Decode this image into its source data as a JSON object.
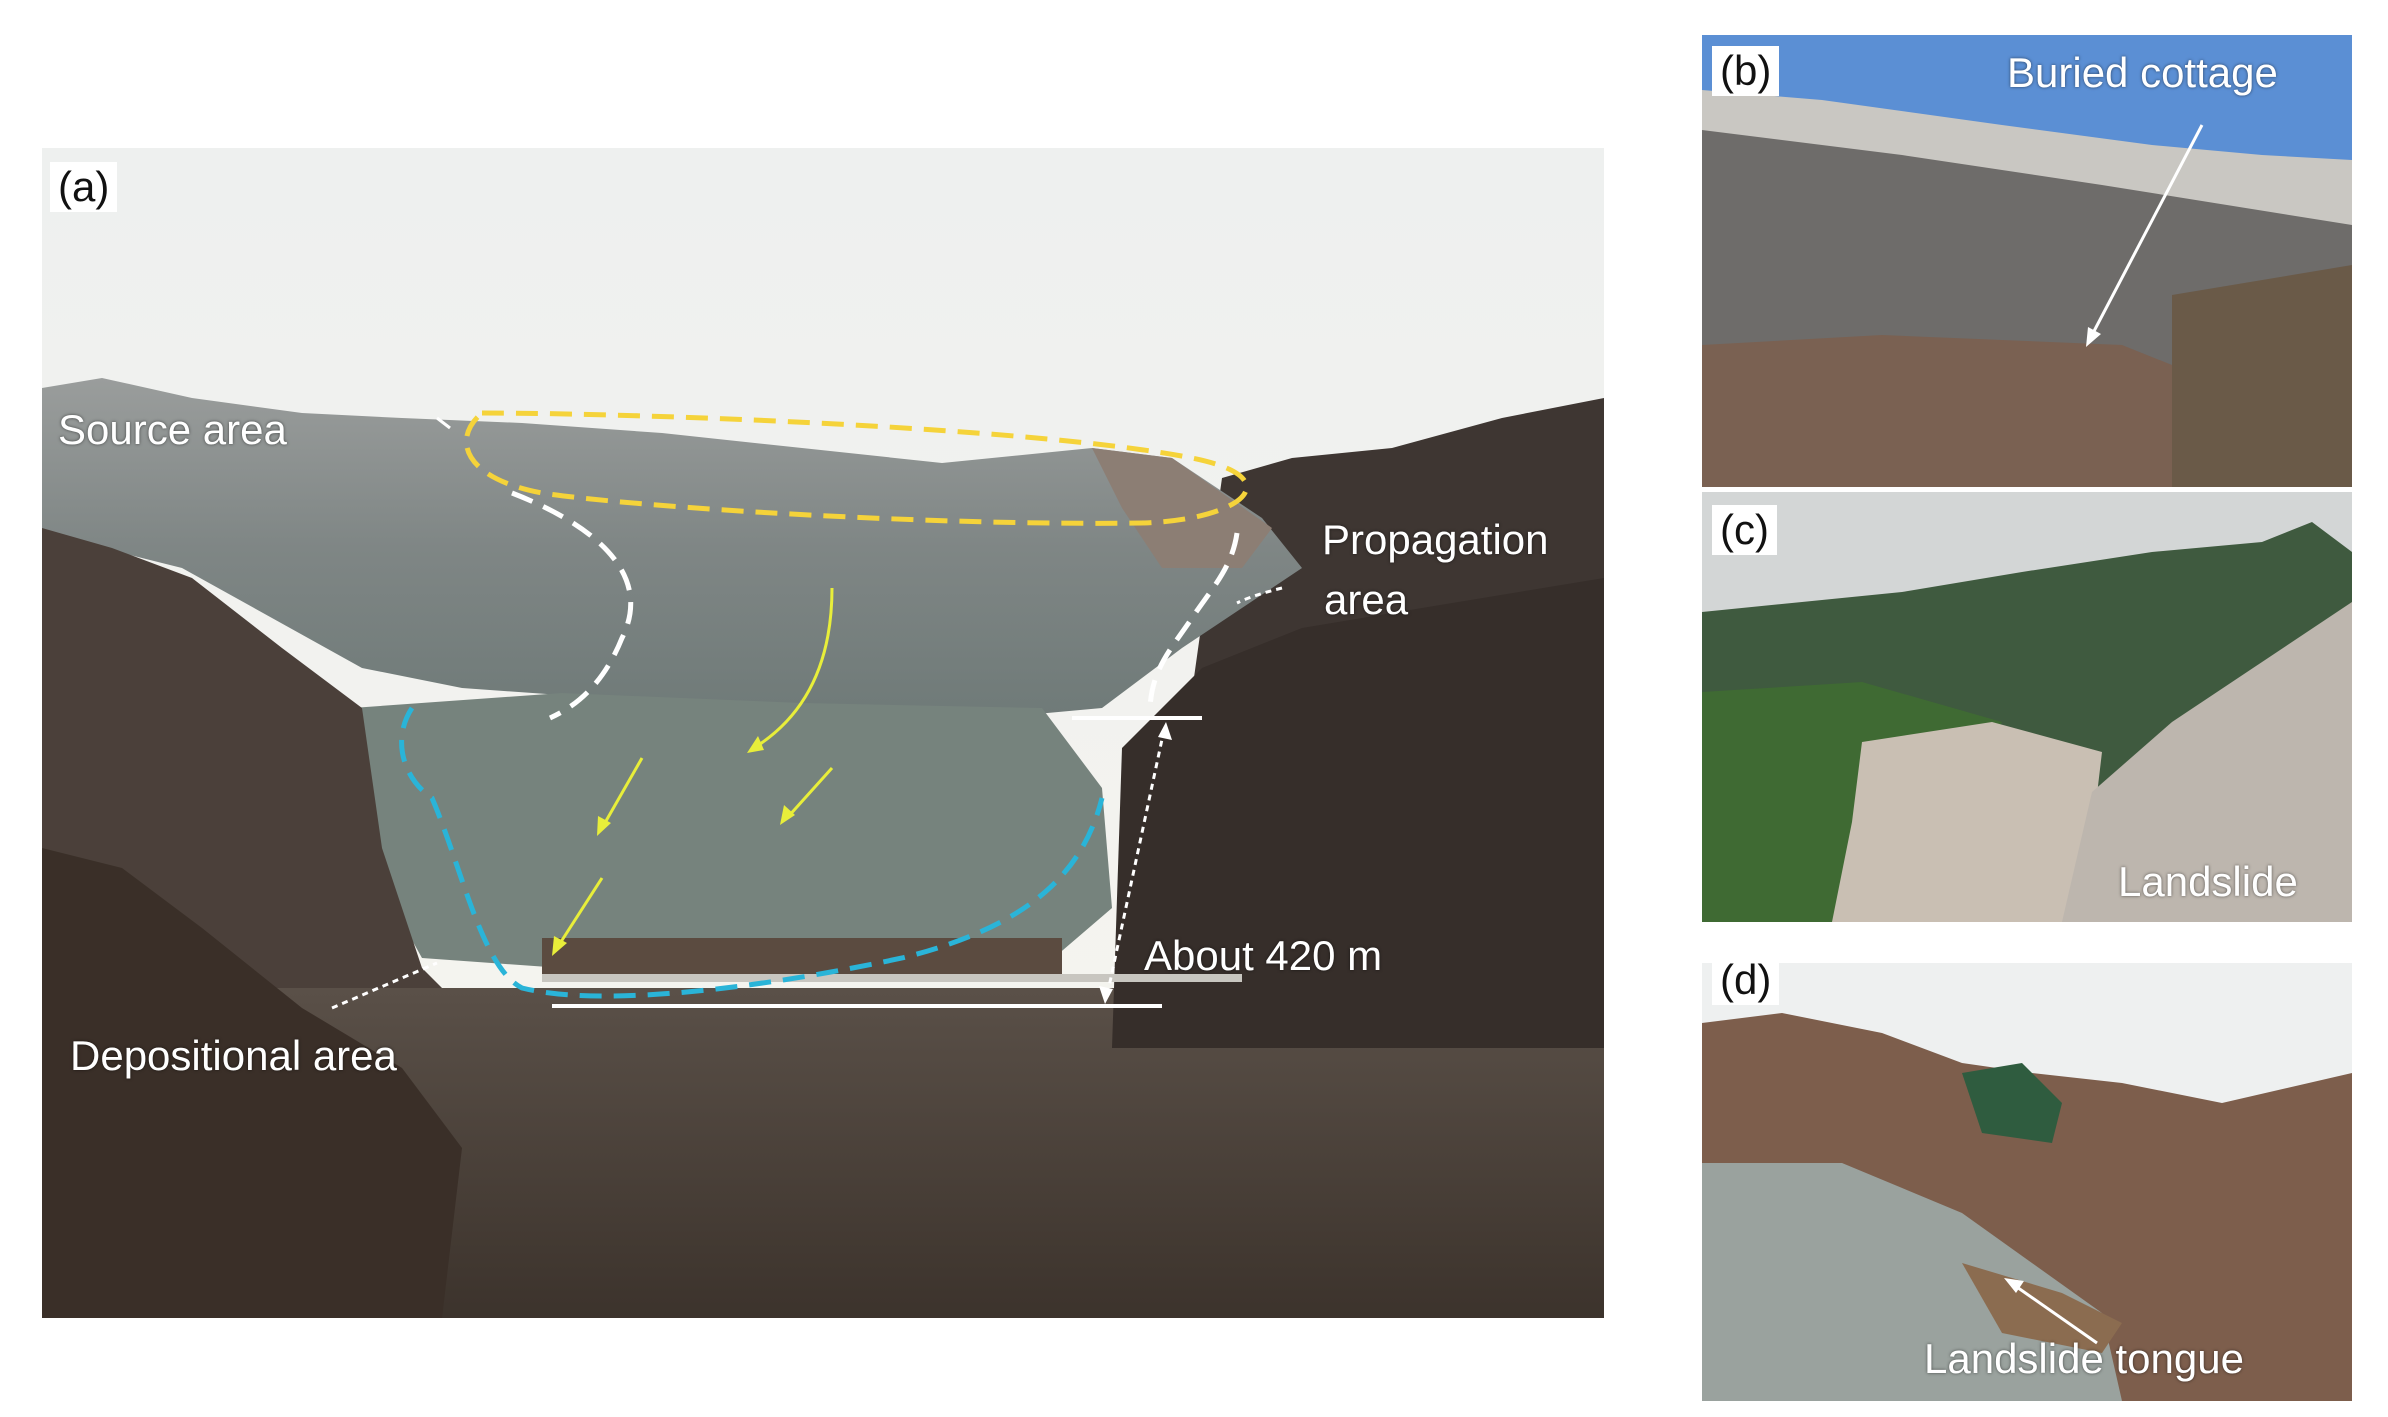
{
  "figure": {
    "panel_a": {
      "label": "(a)",
      "annotations": {
        "source_area": "Source area",
        "propagation_area_line1": "Propagation",
        "propagation_area_line2": "area",
        "distance": "About 420 m",
        "depositional_area": "Depositional area"
      },
      "colors": {
        "source_outline": "#f5d33a",
        "flow_arrows": "#e8ee3a",
        "propagation_outline": "#ffffff",
        "deposit_outline": "#2ab4d8"
      }
    },
    "panel_b": {
      "label": "(b)",
      "annotation": "Buried cottage"
    },
    "panel_c": {
      "label": "(c)",
      "annotation": "Landslide"
    },
    "panel_d": {
      "label": "(d)",
      "annotation": "Landslide tongue"
    }
  }
}
